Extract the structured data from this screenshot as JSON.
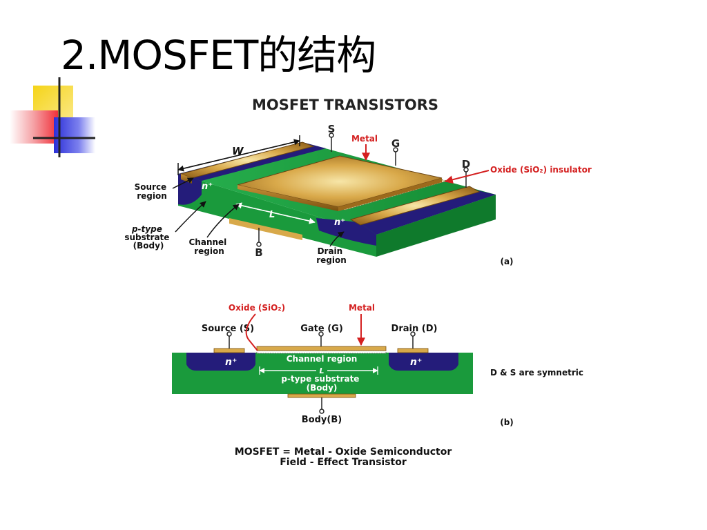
{
  "slide": {
    "title": "2.MOSFET的结构"
  },
  "figure_a": {
    "heading": "MOSFET TRANSISTORS",
    "terminal_s": "S",
    "terminal_g": "G",
    "terminal_d": "D",
    "terminal_b": "B",
    "metal": "Metal",
    "oxide": "Oxide (SiO₂)  insulator",
    "width": "W",
    "length": "L",
    "n_plus": "n⁺",
    "source_region": [
      "Source",
      "region"
    ],
    "substrate": [
      "p-type",
      "substrate",
      "(Body)"
    ],
    "channel_region": [
      "Channel",
      "region"
    ],
    "drain_region": [
      "Drain",
      "region"
    ],
    "caption": "(a)"
  },
  "figure_b": {
    "oxide": "Oxide (SiO₂)",
    "metal": "Metal",
    "source": "Source (S)",
    "gate": "Gate (G)",
    "drain": "Drain (D)",
    "n_plus": "n⁺",
    "channel": "Channel region",
    "length": "L",
    "substrate": [
      "p-type substrate",
      "(Body)"
    ],
    "body": "Body(B)",
    "symmetry_note": "D & S are symnetric",
    "caption": "(b)"
  },
  "footer": {
    "line1": "MOSFET = Metal - Oxide Semiconductor",
    "line2": "Field - Effect Transistor"
  },
  "colors": {
    "substrate_green": "#1a9a3c",
    "n_region_navy": "#241c7a",
    "gold": "#d8a94a",
    "label_red": "#d42020",
    "decor_yellow": "#f5d418",
    "decor_red": "#f0303a",
    "decor_blue": "#2b2fd8"
  }
}
